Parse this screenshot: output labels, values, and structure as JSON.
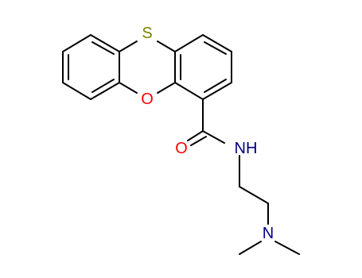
{
  "structure": {
    "atoms": {
      "sulfur": {
        "symbol": "S",
        "color": "#808000"
      },
      "oxygen_ring": {
        "symbol": "O",
        "color": "#ff0000"
      },
      "oxygen_carbonyl": {
        "symbol": "O",
        "color": "#ff0000"
      },
      "nitrogen_amide": {
        "symbol": "NH",
        "color": "#000080"
      },
      "nitrogen_amine": {
        "symbol": "N",
        "color": "#000080"
      }
    },
    "bond_color": "#000000"
  }
}
